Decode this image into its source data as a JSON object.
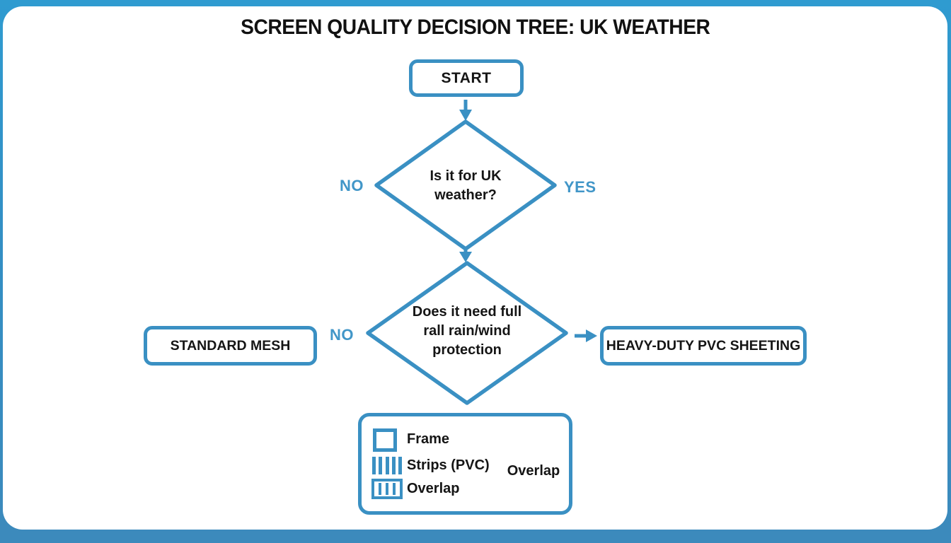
{
  "page": {
    "title": "SCREEN QUALITY DECISION TREE: UK WEATHER"
  },
  "colors": {
    "accent_stroke": "#3a90c3",
    "branch_label_blue": "#4196c8",
    "text": "#151515",
    "background_blue_top": "#2f9bd0",
    "background_blue_bottom": "#3c8abc",
    "card_white": "#ffffff"
  },
  "flow": {
    "start_label": "START",
    "decision1": {
      "lines": [
        "Is it for UK",
        "weather?"
      ],
      "no": "NO",
      "yes": "YES"
    },
    "decision2": {
      "lines": [
        "Does it need full",
        "rall rain/wind",
        "protection"
      ],
      "no": "NO"
    },
    "outcome_left": "STANDARD MESH",
    "outcome_right": "HEAVY-DUTY PVC SHEETING"
  },
  "legend": {
    "items": [
      {
        "icon": "frame-icon",
        "label": "Frame"
      },
      {
        "icon": "strips-icon",
        "label": "Strips (PVC)"
      },
      {
        "icon": "overlap-icon",
        "label": "Overlap"
      }
    ],
    "diamond_label": "Overlap"
  }
}
